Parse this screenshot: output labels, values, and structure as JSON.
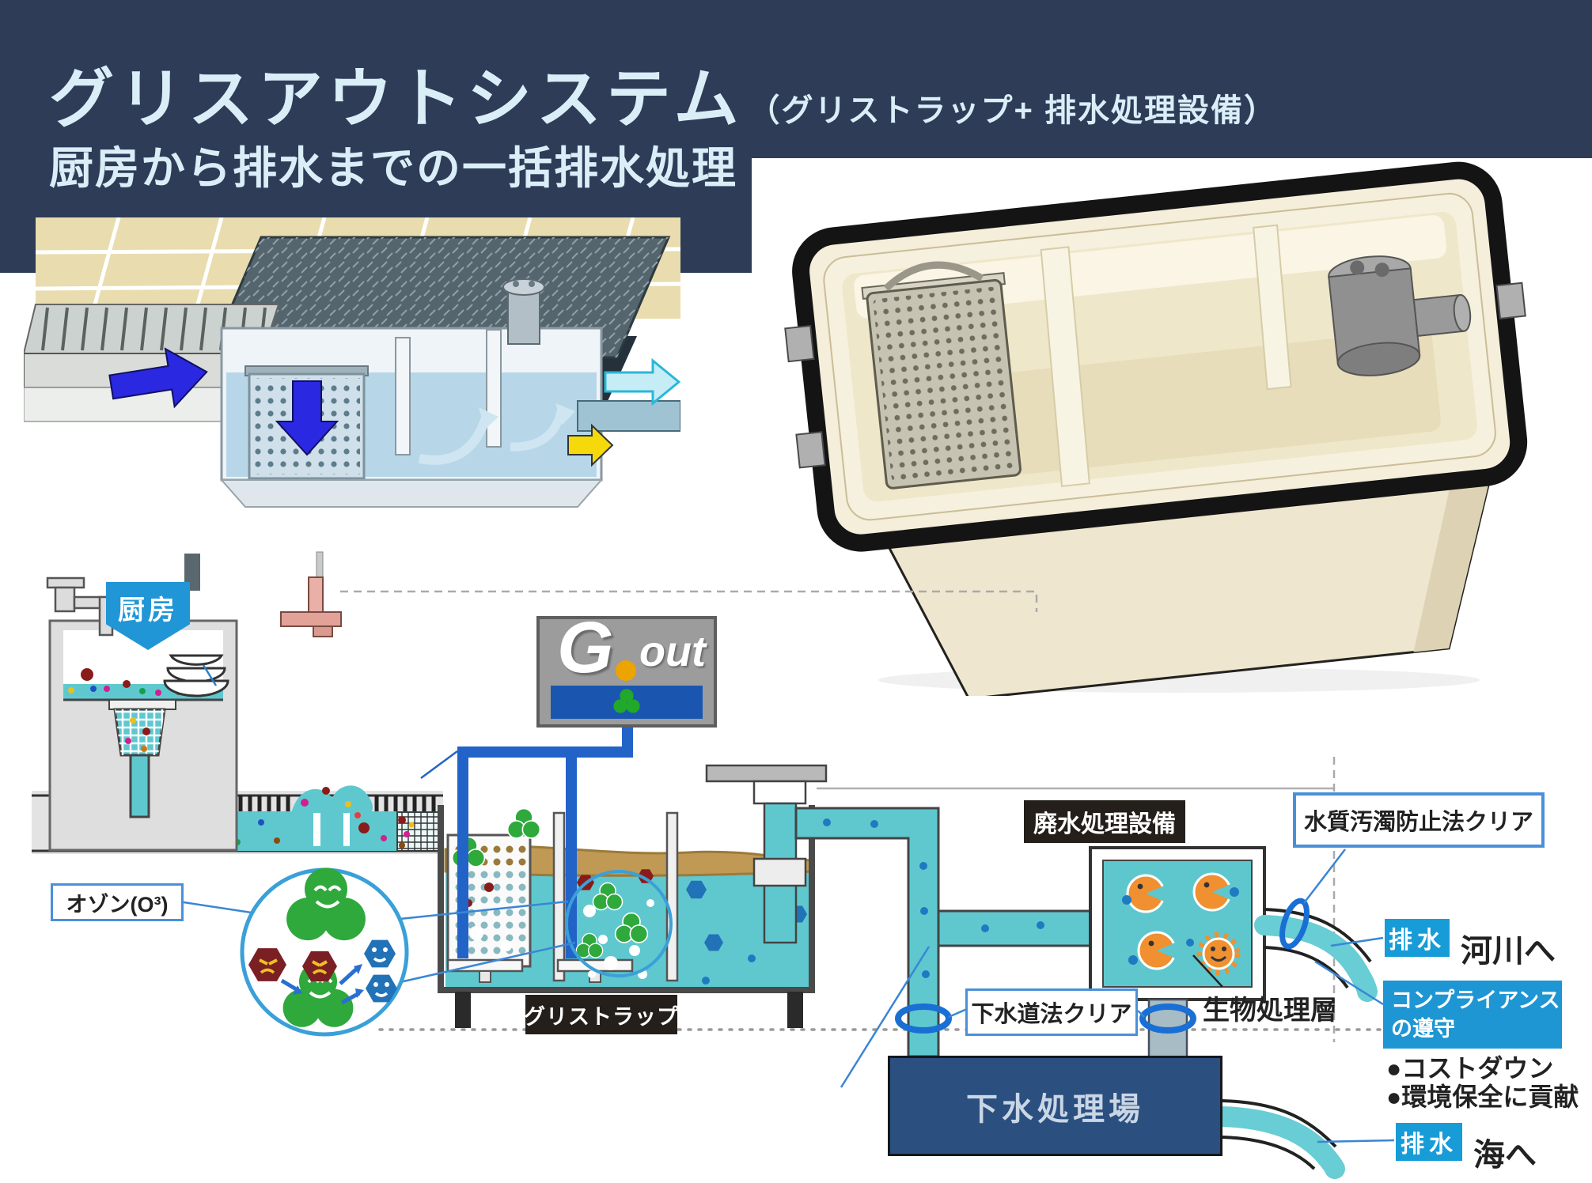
{
  "header": {
    "title_main": "グリスアウトシステム",
    "title_paren": "（グリストラップ+ 排水処理設備）",
    "subtitle": "厨房から排水までの一括排水処理"
  },
  "logo": {
    "g": "G",
    "out": "out"
  },
  "diagram": {
    "kitchen_label": "厨房",
    "ozone_label": "オゾン(O³)",
    "greasetrap_label": "グリストラップ",
    "wastewater_label": "廃水処理設備",
    "water_law_label": "水質汚濁防止法クリア",
    "sewer_law_label": "下水道法クリア",
    "bio_layer_label": "生物処理層",
    "drain_river": {
      "badge": "排水",
      "dest": "河川へ"
    },
    "compliance": {
      "line1": "コンプライアンス",
      "line2": "の遵守"
    },
    "bullets": {
      "cost_down": "●コストダウン",
      "environment": "●環境保全に貢献"
    },
    "sewage_plant_label": "下水処理場",
    "drain_sea": {
      "badge": "排水",
      "dest": "海へ"
    }
  },
  "colors": {
    "header_bg": "#2e3c58",
    "header_text": "#daeef8",
    "water_teal": "#5fc8cf",
    "pipe_blue": "#2263c8",
    "label_frame_blue": "#4a90d9",
    "badge_blue": "#189cd8",
    "compliance_blue": "#1e96d4",
    "navy_box": "#2b4f7e",
    "black_label": "#241f1a",
    "grease_tan": "#c09a55",
    "clover_green": "#2fa83c",
    "microbe_orange": "#f09030",
    "hazard_maroon": "#7a2025",
    "hex_blue": "#2272b8",
    "gout_bar_blue": "#1a56b0",
    "gout_dot_orange": "#eca400"
  }
}
